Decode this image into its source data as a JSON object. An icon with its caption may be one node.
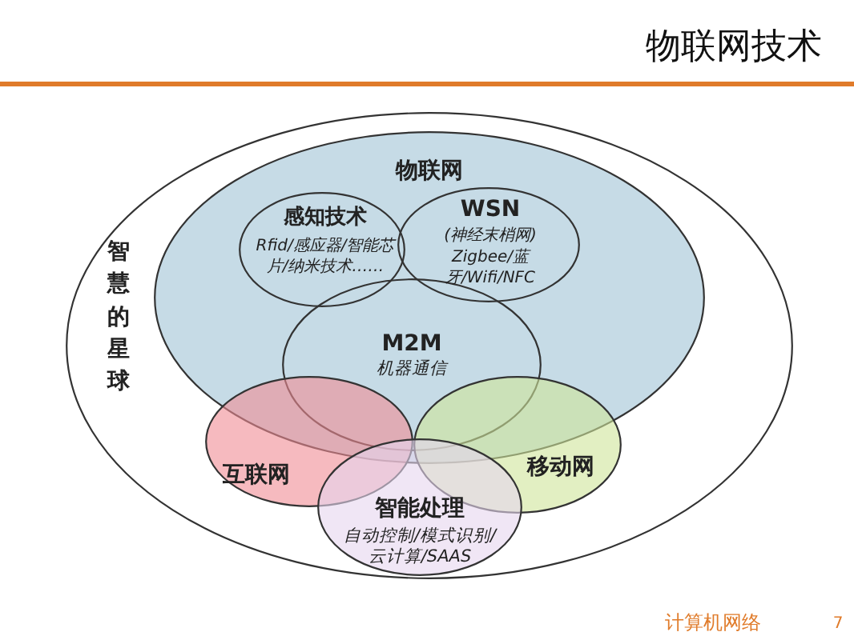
{
  "diagram": {
    "title": "物联网技术",
    "nodes": [
      {
        "text": [
          "智慧的星球"
        ]
      },
      {
        "text": [
          "物联网"
        ],
        "in": 0
      },
      {
        "text": [
          "感知技术",
          "Rfid/感应器/智能芯片/纳米技术……"
        ],
        "in": 1
      },
      {
        "text": [
          "WSN",
          "(神经末梢网)",
          "Zigbee/蓝牙/Wifi/NFC"
        ],
        "in": 1
      },
      {
        "text": [
          "M2M",
          "机器通信"
        ],
        "in": 1
      },
      {
        "text": [
          "互联网"
        ],
        "in": 0
      },
      {
        "text": [
          "移动网"
        ],
        "in": 0
      },
      {
        "text": [
          "智能处理",
          "自动控制/模式识别/云计算/SAAS"
        ],
        "in": 0
      }
    ],
    "edges": [],
    "labels": [
      "计算机网络",
      "7"
    ]
  }
}
